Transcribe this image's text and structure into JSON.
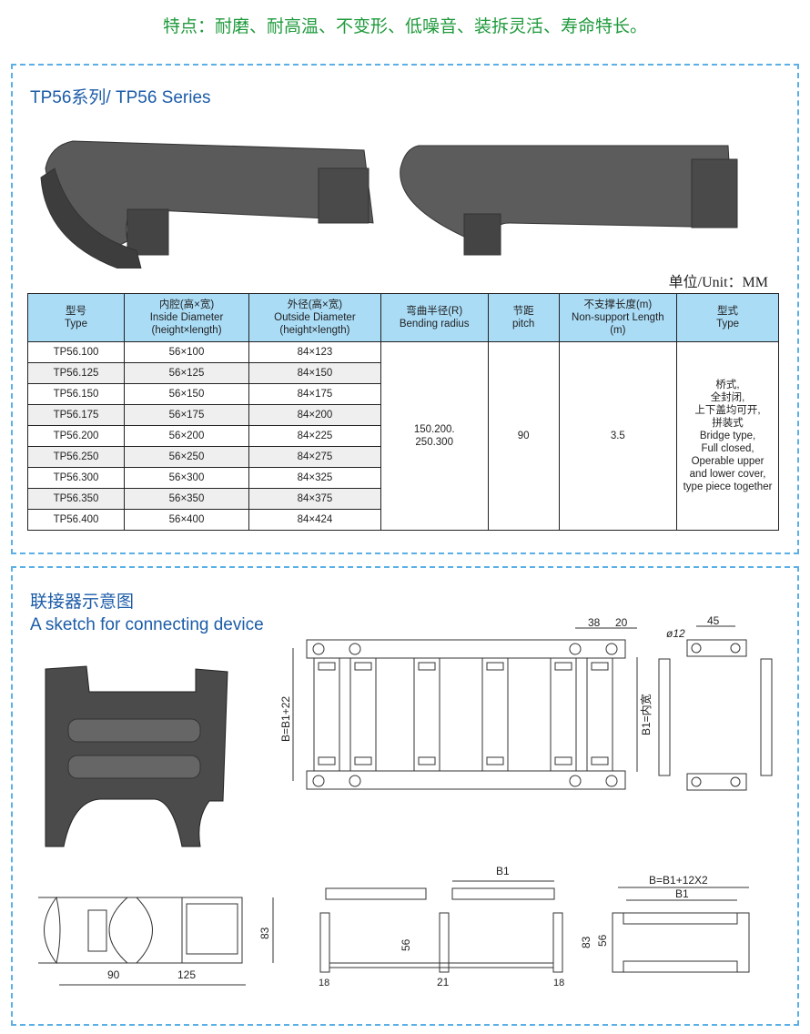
{
  "headline": "特点：耐磨、耐高温、不变形、低噪音、装拆灵活、寿命特长。",
  "series_title": "TP56系列/ TP56 Series",
  "unit": "单位/Unit：MM",
  "table": {
    "headers": [
      [
        "型号",
        "Type",
        ""
      ],
      [
        "内腔(高×宽)",
        "Inside Diameter",
        "(height×length)"
      ],
      [
        "外径(高×宽)",
        "Outside Diameter",
        "(height×length)"
      ],
      [
        "弯曲半径(R)",
        "Bending radius",
        ""
      ],
      [
        "节距",
        "pitch",
        ""
      ],
      [
        "不支撑长度(m)",
        "Non-support Length",
        "(m)"
      ],
      [
        "型式",
        "Type",
        ""
      ]
    ],
    "rows": [
      [
        "TP56.100",
        "56×100",
        "84×123"
      ],
      [
        "TP56.125",
        "56×125",
        "84×150"
      ],
      [
        "TP56.150",
        "56×150",
        "84×175"
      ],
      [
        "TP56.175",
        "56×175",
        "84×200"
      ],
      [
        "TP56.200",
        "56×200",
        "84×225"
      ],
      [
        "TP56.250",
        "56×250",
        "84×275"
      ],
      [
        "TP56.300",
        "56×300",
        "84×325"
      ],
      [
        "TP56.350",
        "56×350",
        "84×375"
      ],
      [
        "TP56.400",
        "56×400",
        "84×424"
      ]
    ],
    "bending_radius": [
      "150.200.",
      "250.300"
    ],
    "pitch": "90",
    "non_support_length": "3.5",
    "type_desc": [
      "桥式,",
      "全封闭,",
      "上下盖均可开,",
      "拼装式",
      "Bridge type,",
      "Full closed,",
      "Operable upper",
      "and lower cover,",
      "type piece together"
    ]
  },
  "sketch_title_cn": "联接器示意图",
  "sketch_title_en": "A sketch for connecting device",
  "dims": {
    "d38": "38",
    "d20": "20",
    "d45": "45",
    "d12": "ø12",
    "b_total": "B=B1+22",
    "b1_inner": "B1=内宽",
    "d90": "90",
    "d125": "125",
    "d83a": "83",
    "b1a": "B1",
    "d56a": "56",
    "d18a": "18",
    "d21": "21",
    "d18b": "18",
    "b_sum": "B=B1+12X2",
    "b1b": "B1",
    "d83b": "83",
    "d56b": "56"
  }
}
